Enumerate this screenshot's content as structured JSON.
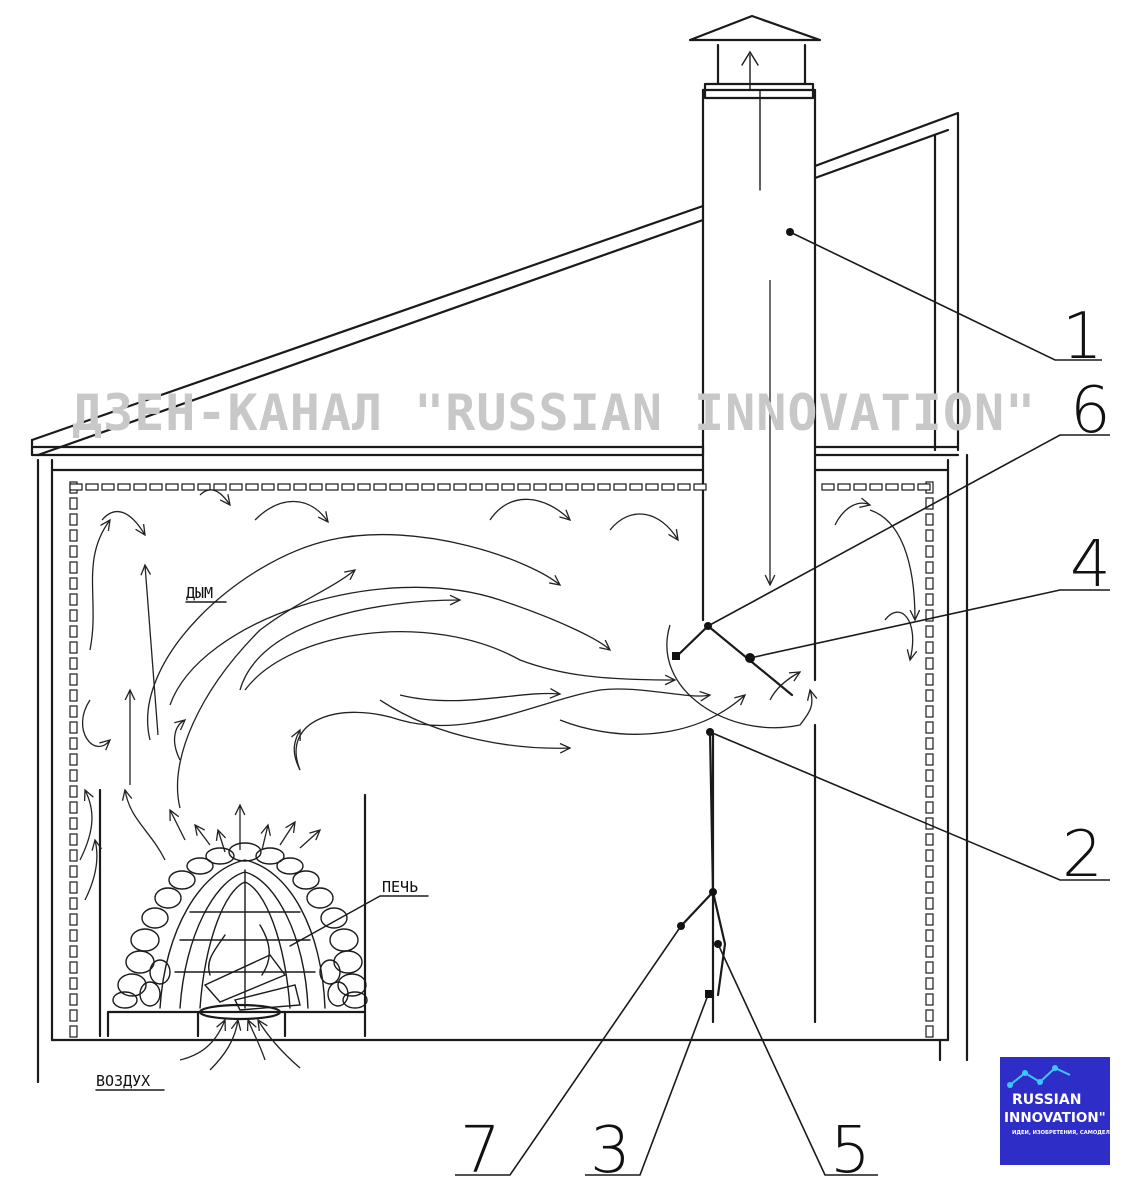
{
  "diagram": {
    "watermark": "ДЗЕН-КАНАЛ \"RUSSIAN INNOVATION\"",
    "labels": {
      "smoke": "ДЫМ",
      "stove": "ПЕЧЬ",
      "air": "ВОЗДУХ"
    },
    "callouts": [
      "1",
      "2",
      "3",
      "4",
      "5",
      "6",
      "7"
    ]
  },
  "logo": {
    "line1": "RUSSIAN",
    "line2": "INNOVATION\"",
    "tagline": "ИДЕИ, ИЗОБРЕТЕНИЯ, САМОДЕЛКИ...",
    "background": "#2f2dc8",
    "accent": "#3ec6ff"
  }
}
